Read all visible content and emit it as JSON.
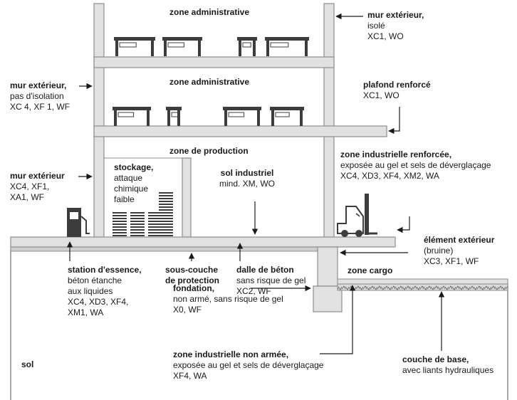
{
  "zones": {
    "admin_top": "zone administrative",
    "admin_mid": "zone administrative",
    "production": "zone de production",
    "cargo": "zone cargo"
  },
  "labels": {
    "mur_ext_isole": {
      "title": "mur extérieur,",
      "lines": [
        "isolé",
        "XC1, WO"
      ]
    },
    "mur_ext_pas_isolation": {
      "title": "mur extérieur,",
      "lines": [
        "pas d'isolation",
        "XC 4, XF 1, WF"
      ]
    },
    "plafond": {
      "title": "plafond renforcé",
      "lines": [
        "XC1, WO"
      ]
    },
    "mur_ext_xa1": {
      "title": "mur extérieur",
      "lines": [
        "XC4, XF1,",
        "XA1, WF"
      ]
    },
    "stockage": {
      "title": "stockage,",
      "lines": [
        "attaque",
        "chimique",
        "faible"
      ]
    },
    "sol_industriel": {
      "title": "sol industriel",
      "lines": [
        "mind. XM, WO"
      ]
    },
    "zone_ind_renforcee": {
      "title": "zone industrielle renforcée,",
      "lines": [
        "exposée au gel et sels de déverglaçage",
        "XC4, XD3, XF4, XM2, WA"
      ]
    },
    "element_exterieur": {
      "title": "élément extérieur",
      "lines": [
        "(bruine)",
        "XC3, XF1, WF"
      ]
    },
    "station_essence": {
      "title": "station d'essence,",
      "lines": [
        "béton étanche",
        "aux liquides",
        "XC4, XD3, XF4,",
        "XM1, WA"
      ]
    },
    "sous_couche": {
      "title": "sous-couche",
      "lines": [
        "de protection"
      ]
    },
    "dalle_beton": {
      "title": "dalle de béton",
      "lines": [
        "sans risque de gel",
        "XC2, WF"
      ]
    },
    "fondation": {
      "title": "fondation,",
      "lines": [
        "non armé, sans risque de gel",
        "X0, WF"
      ]
    },
    "zone_ind_non_armee": {
      "title": "zone industrielle non armée,",
      "lines": [
        "exposée au gel et sels de déverglaçage",
        "XF4, WA"
      ]
    },
    "couche_base": {
      "title": "couche de base,",
      "lines": [
        "avec liants hydrauliques"
      ]
    },
    "sol": {
      "title": "sol",
      "lines": []
    }
  },
  "colors": {
    "concrete": "#e1e1e1",
    "outline": "#8c8c8c",
    "dark": "#3c3c3c",
    "line": "#1a1a1a"
  }
}
